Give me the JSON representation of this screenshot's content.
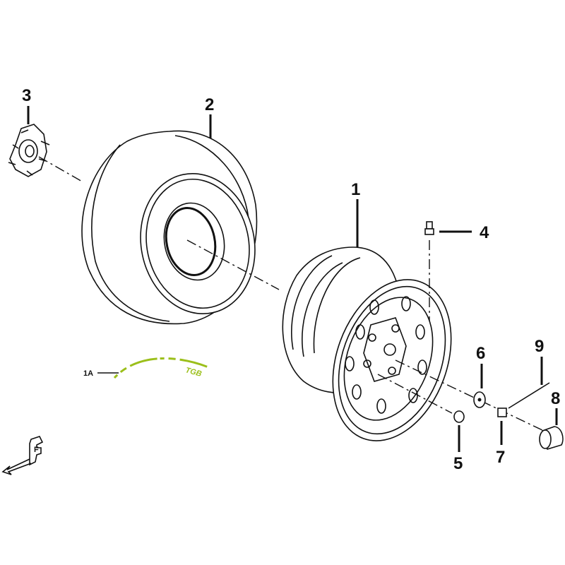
{
  "diagram": {
    "callouts": {
      "p1": "1",
      "p2": "2",
      "p3": "3",
      "p4": "4",
      "p5": "5",
      "p6": "6",
      "p7": "7",
      "p8": "8",
      "p9": "9",
      "p1a": "1A"
    },
    "decal_text": "TGB",
    "front_marker": "F",
    "decal_color": "#9bbf1a"
  }
}
